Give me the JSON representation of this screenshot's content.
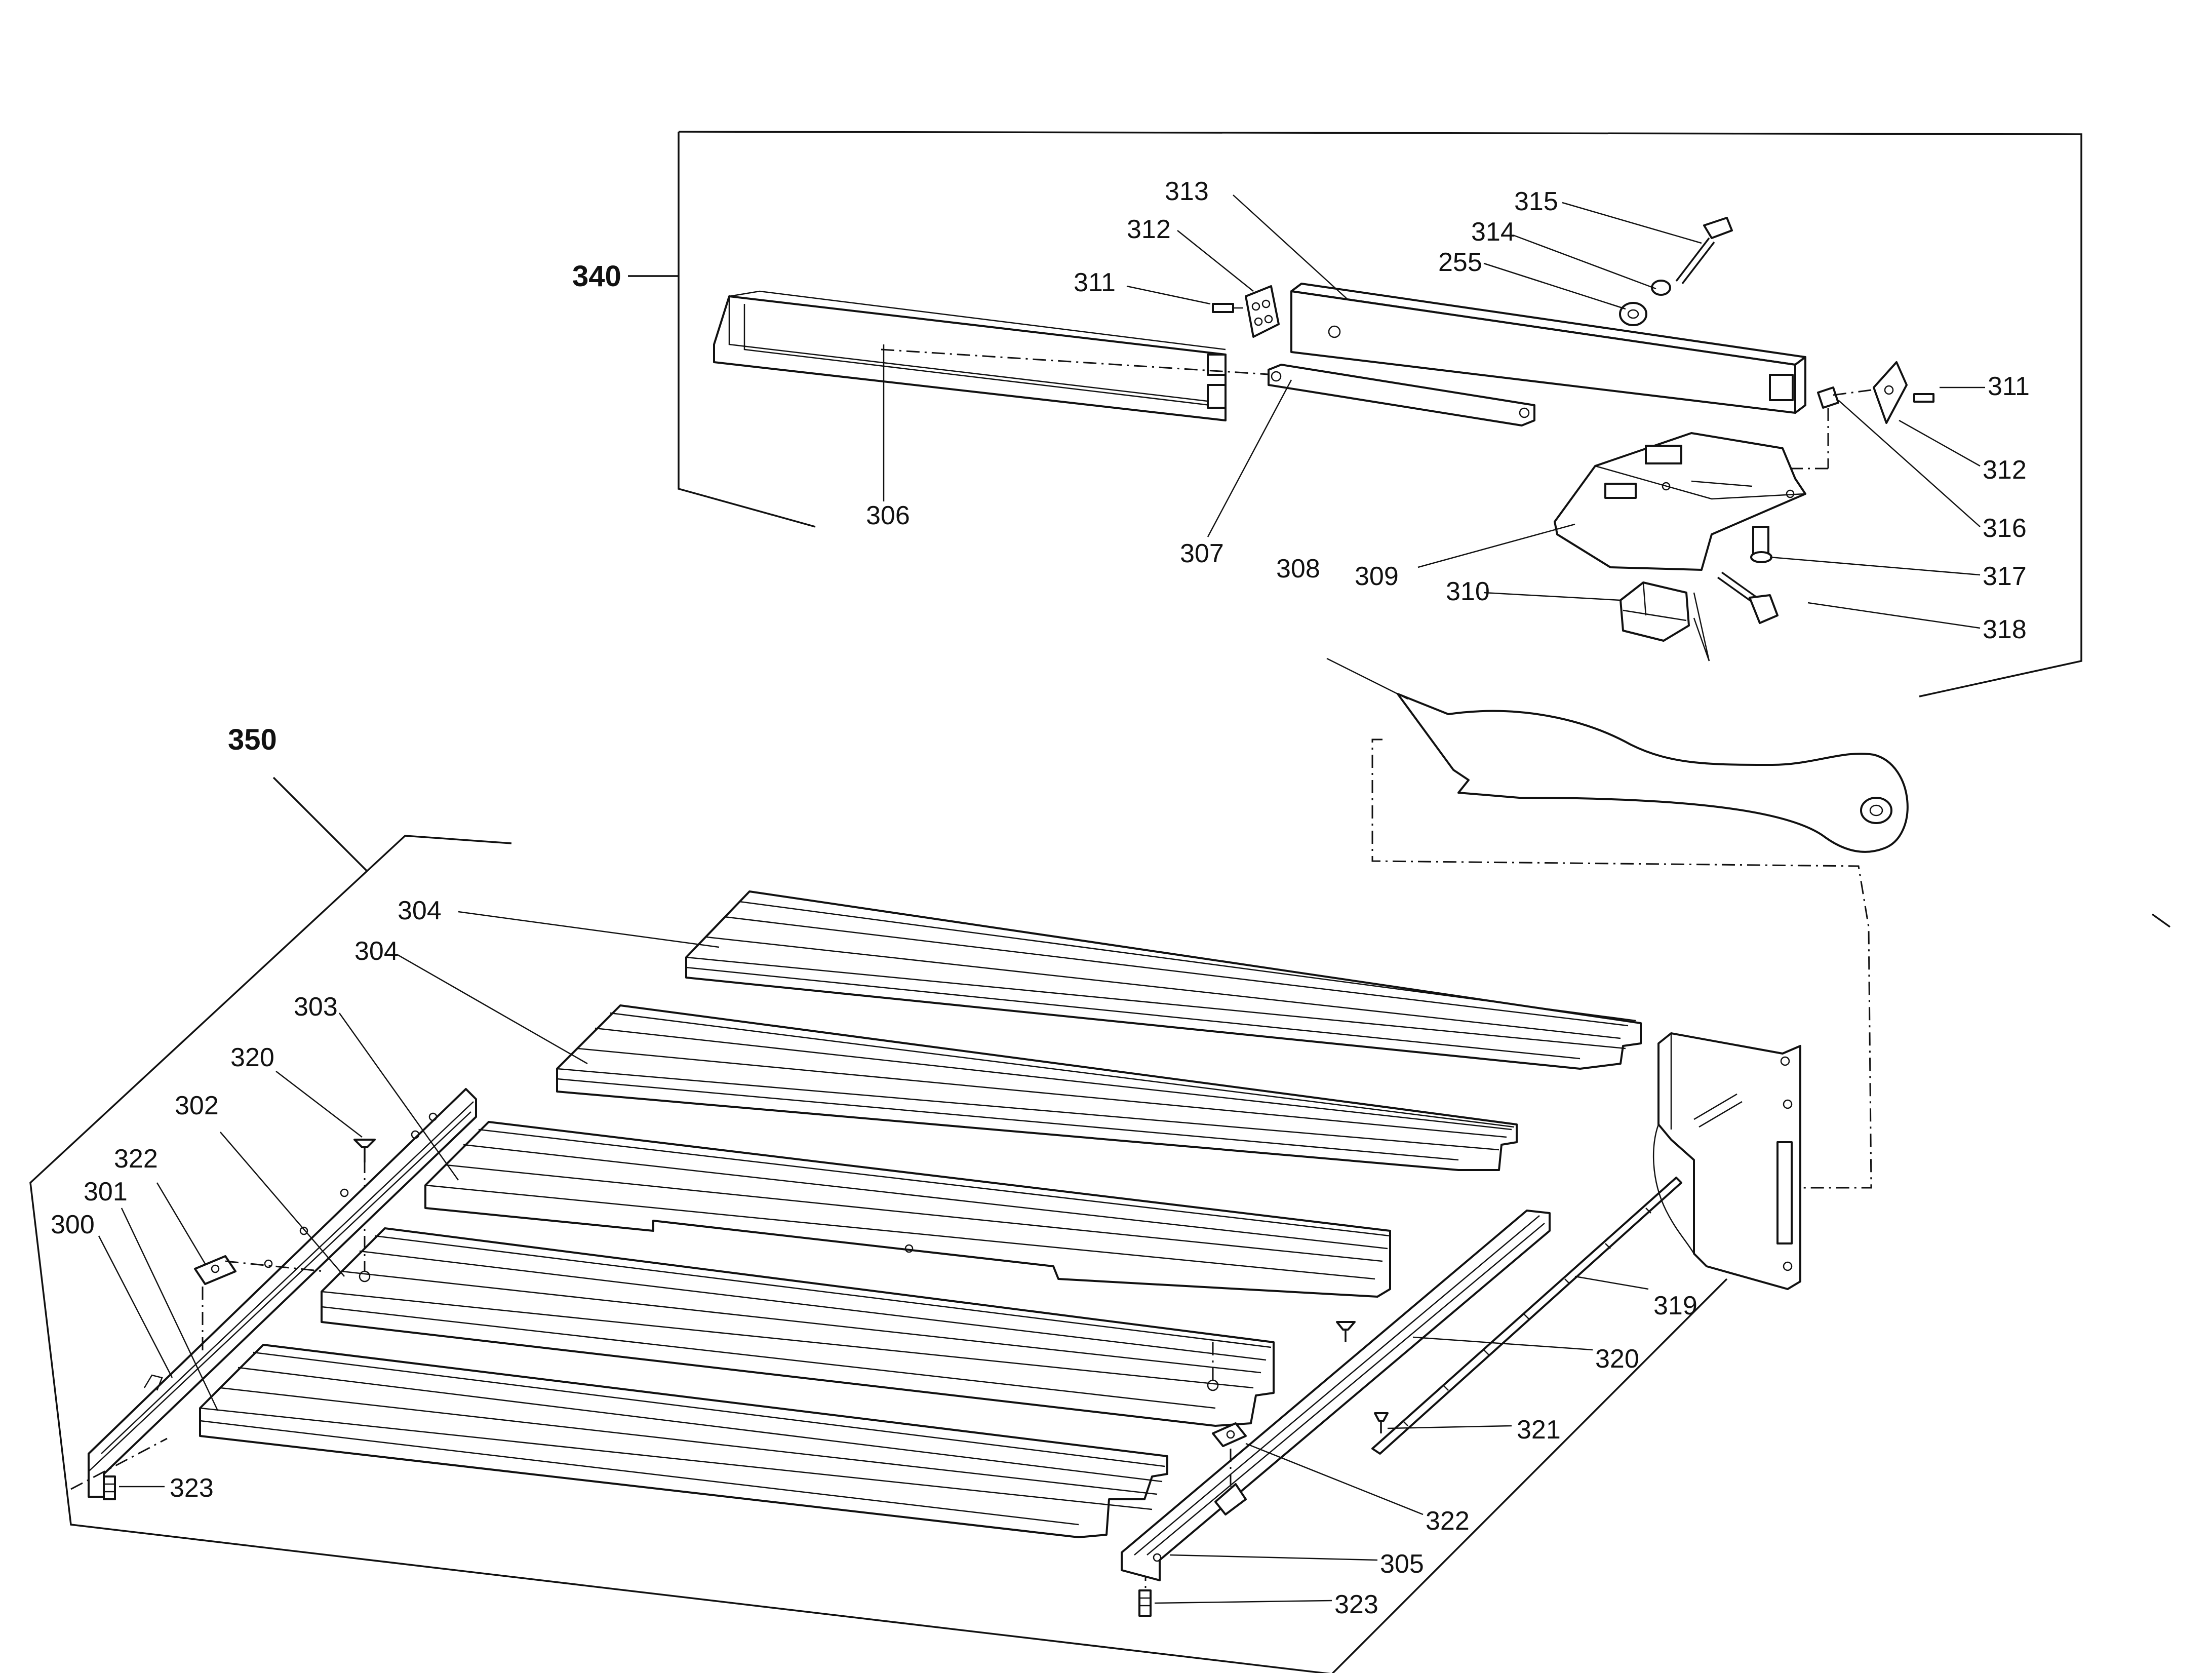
{
  "groups": {
    "g340": "340",
    "g350": "350"
  },
  "labels": {
    "l306": "306",
    "l307": "307",
    "l308": "308",
    "l309": "309",
    "l310": "310",
    "l311a": "311",
    "l311b": "311",
    "l312a": "312",
    "l312b": "312",
    "l313": "313",
    "l314": "314",
    "l315": "315",
    "l255": "255",
    "l316": "316",
    "l317": "317",
    "l318": "318",
    "l300": "300",
    "l301": "301",
    "l302": "302",
    "l303": "303",
    "l304a": "304",
    "l304b": "304",
    "l305": "305",
    "l319": "319",
    "l320a": "320",
    "l320b": "320",
    "l321": "321",
    "l322a": "322",
    "l322b": "322",
    "l323a": "323",
    "l323b": "323"
  }
}
